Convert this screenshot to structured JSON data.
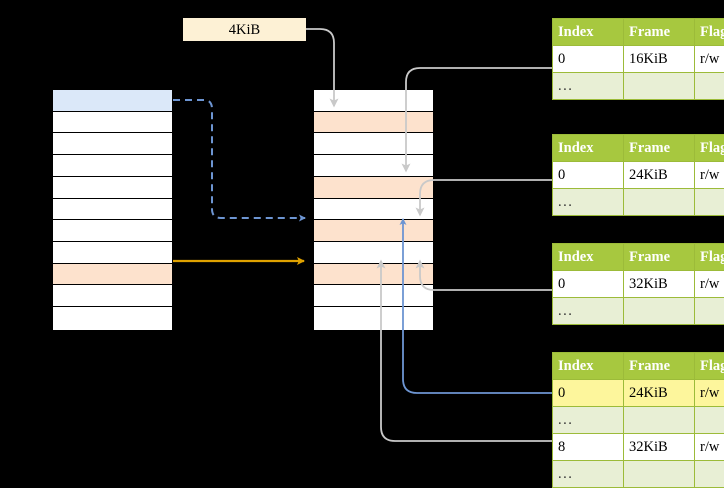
{
  "diagram": {
    "title": "page-table-walk-diagram",
    "background": "#000000",
    "colors": {
      "table_header": "#a7c83f",
      "table_header_text": "#ffffff",
      "table_ellipsis_cell": "#e8efd5",
      "highlight_yellow": "#fdf69c",
      "row_blue": "#dbe8f9",
      "row_peach": "#fde2cd",
      "label_cream": "#fdf1d5",
      "arrow_blue": "#6d95d2",
      "arrow_orange": "#e0a200",
      "arrow_gray": "#c9c9c9"
    }
  },
  "page_size_label": {
    "text": "4KiB"
  },
  "virtual_column": {
    "name": "virtual-address-space-column",
    "row_count": 11,
    "rows": [
      {
        "index": 0,
        "fill": "blue",
        "label": ""
      },
      {
        "index": 1,
        "fill": "white",
        "label": ""
      },
      {
        "index": 2,
        "fill": "white",
        "label": ""
      },
      {
        "index": 3,
        "fill": "white",
        "label": ""
      },
      {
        "index": 4,
        "fill": "white",
        "label": ""
      },
      {
        "index": 5,
        "fill": "white",
        "label": ""
      },
      {
        "index": 6,
        "fill": "white",
        "label": ""
      },
      {
        "index": 7,
        "fill": "white",
        "label": ""
      },
      {
        "index": 8,
        "fill": "peach",
        "label": ""
      },
      {
        "index": 9,
        "fill": "white",
        "label": ""
      },
      {
        "index": 10,
        "fill": "white",
        "label": ""
      }
    ]
  },
  "physical_column": {
    "name": "physical-memory-column",
    "row_count": 11,
    "rows": [
      {
        "index": 0,
        "fill": "white",
        "label": ""
      },
      {
        "index": 1,
        "fill": "peach",
        "label": ""
      },
      {
        "index": 2,
        "fill": "white",
        "label": ""
      },
      {
        "index": 3,
        "fill": "white",
        "label": ""
      },
      {
        "index": 4,
        "fill": "peach",
        "label": ""
      },
      {
        "index": 5,
        "fill": "white",
        "label": ""
      },
      {
        "index": 6,
        "fill": "peach",
        "label": ""
      },
      {
        "index": 7,
        "fill": "white",
        "label": ""
      },
      {
        "index": 8,
        "fill": "peach",
        "label": ""
      },
      {
        "index": 9,
        "fill": "white",
        "label": ""
      },
      {
        "index": 10,
        "fill": "white",
        "label": ""
      }
    ]
  },
  "page_tables": [
    {
      "name": "page-table-level-1",
      "columns": [
        "Index",
        "Frame",
        "Flags"
      ],
      "rows": [
        {
          "cells": [
            "0",
            "16KiB",
            "r/w"
          ],
          "style": "normal",
          "highlight": [
            false,
            false,
            false
          ]
        },
        {
          "cells": [
            "...",
            "",
            ""
          ],
          "style": "ellipsis",
          "highlight": [
            false,
            false,
            false
          ]
        }
      ]
    },
    {
      "name": "page-table-level-2",
      "columns": [
        "Index",
        "Frame",
        "Flags"
      ],
      "rows": [
        {
          "cells": [
            "0",
            "24KiB",
            "r/w"
          ],
          "style": "normal",
          "highlight": [
            false,
            false,
            false
          ]
        },
        {
          "cells": [
            "...",
            "",
            ""
          ],
          "style": "ellipsis",
          "highlight": [
            false,
            false,
            false
          ]
        }
      ]
    },
    {
      "name": "page-table-level-3",
      "columns": [
        "Index",
        "Frame",
        "Flags"
      ],
      "rows": [
        {
          "cells": [
            "0",
            "32KiB",
            "r/w"
          ],
          "style": "normal",
          "highlight": [
            false,
            false,
            false
          ]
        },
        {
          "cells": [
            "...",
            "",
            ""
          ],
          "style": "ellipsis",
          "highlight": [
            false,
            false,
            false
          ]
        }
      ]
    },
    {
      "name": "page-table-level-4",
      "columns": [
        "Index",
        "Frame",
        "Flags"
      ],
      "rows": [
        {
          "cells": [
            "0",
            "24KiB",
            "r/w"
          ],
          "style": "normal",
          "highlight": [
            true,
            true,
            true
          ]
        },
        {
          "cells": [
            "...",
            "",
            ""
          ],
          "style": "ellipsis",
          "highlight": [
            false,
            false,
            false
          ]
        },
        {
          "cells": [
            "8",
            "32KiB",
            "r/w"
          ],
          "style": "normal",
          "highlight": [
            false,
            false,
            false
          ]
        },
        {
          "cells": [
            "...",
            "",
            ""
          ],
          "style": "ellipsis",
          "highlight": [
            false,
            false,
            false
          ]
        }
      ]
    }
  ],
  "connectors": [
    {
      "name": "blue-dashed-virtual-to-physical",
      "color": "#6d95d2",
      "style": "dashed"
    },
    {
      "name": "orange-solid-virtual-to-physical",
      "color": "#e0a200",
      "style": "solid"
    },
    {
      "name": "gray-page-size-to-frame",
      "color": "#c9c9c9",
      "style": "solid"
    },
    {
      "name": "gray-table1-frame-to-memory",
      "color": "#c9c9c9",
      "style": "solid"
    },
    {
      "name": "gray-table2-frame-to-memory",
      "color": "#c9c9c9",
      "style": "solid"
    },
    {
      "name": "gray-table3-frame-to-memory",
      "color": "#c9c9c9",
      "style": "solid"
    },
    {
      "name": "blue-table4-frame-to-memory",
      "color": "#6d95d2",
      "style": "solid"
    },
    {
      "name": "gray-table4-row8-to-memory",
      "color": "#c9c9c9",
      "style": "solid"
    }
  ]
}
